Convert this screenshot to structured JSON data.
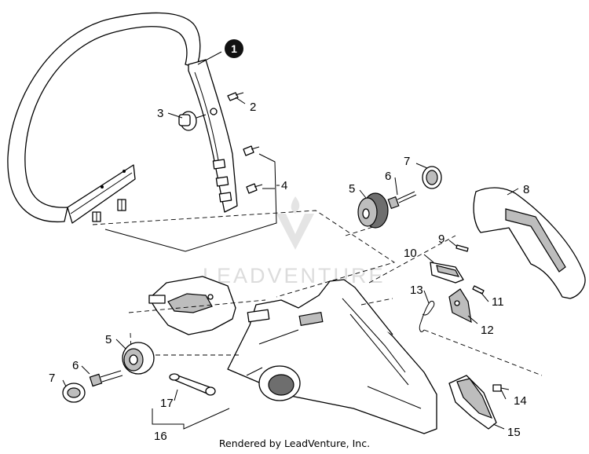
{
  "diagram": {
    "badge_label": "1",
    "callouts": {
      "c2": "2",
      "c3": "3",
      "c4": "4",
      "c5a": "5",
      "c5b": "5",
      "c6a": "6",
      "c6b": "6",
      "c7a": "7",
      "c7b": "7",
      "c8": "8",
      "c9": "9",
      "c10": "10",
      "c11": "11",
      "c12": "12",
      "c13": "13",
      "c14": "14",
      "c15": "15",
      "c16": "16",
      "c17": "17"
    },
    "watermark_text": "LEADVENTURE",
    "footer_text": "Rendered by LeadVenture, Inc."
  }
}
